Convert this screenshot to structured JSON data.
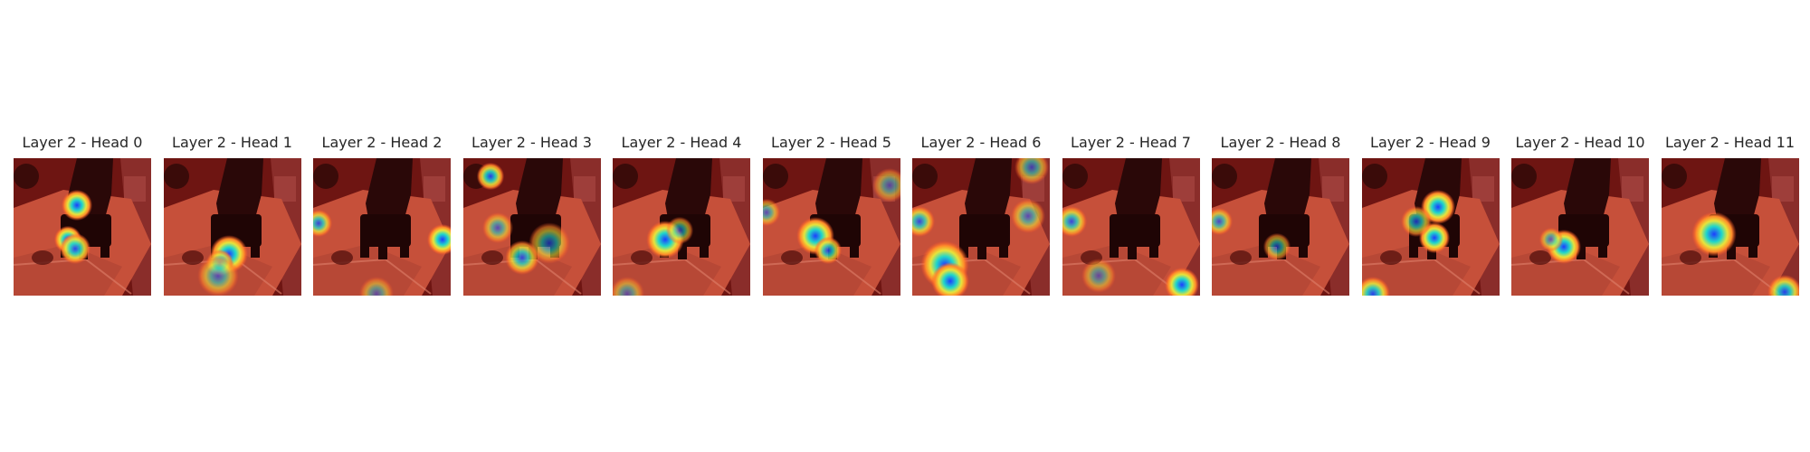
{
  "figure": {
    "panels": [
      {
        "title": "Layer 2 - Head 0",
        "image": "attention-heatmap"
      },
      {
        "title": "Layer 2 - Head 1",
        "image": "attention-heatmap"
      },
      {
        "title": "Layer 2 - Head 2",
        "image": "attention-heatmap"
      },
      {
        "title": "Layer 2 - Head 3",
        "image": "attention-heatmap"
      },
      {
        "title": "Layer 2 - Head 4",
        "image": "attention-heatmap"
      },
      {
        "title": "Layer 2 - Head 5",
        "image": "attention-heatmap"
      },
      {
        "title": "Layer 2 - Head 6",
        "image": "attention-heatmap"
      },
      {
        "title": "Layer 2 - Head 7",
        "image": "attention-heatmap"
      },
      {
        "title": "Layer 2 - Head 8",
        "image": "attention-heatmap"
      },
      {
        "title": "Layer 2 - Head 9",
        "image": "attention-heatmap"
      },
      {
        "title": "Layer 2 - Head 10",
        "image": "attention-heatmap"
      },
      {
        "title": "Layer 2 - Head 11",
        "image": "attention-heatmap"
      }
    ]
  }
}
